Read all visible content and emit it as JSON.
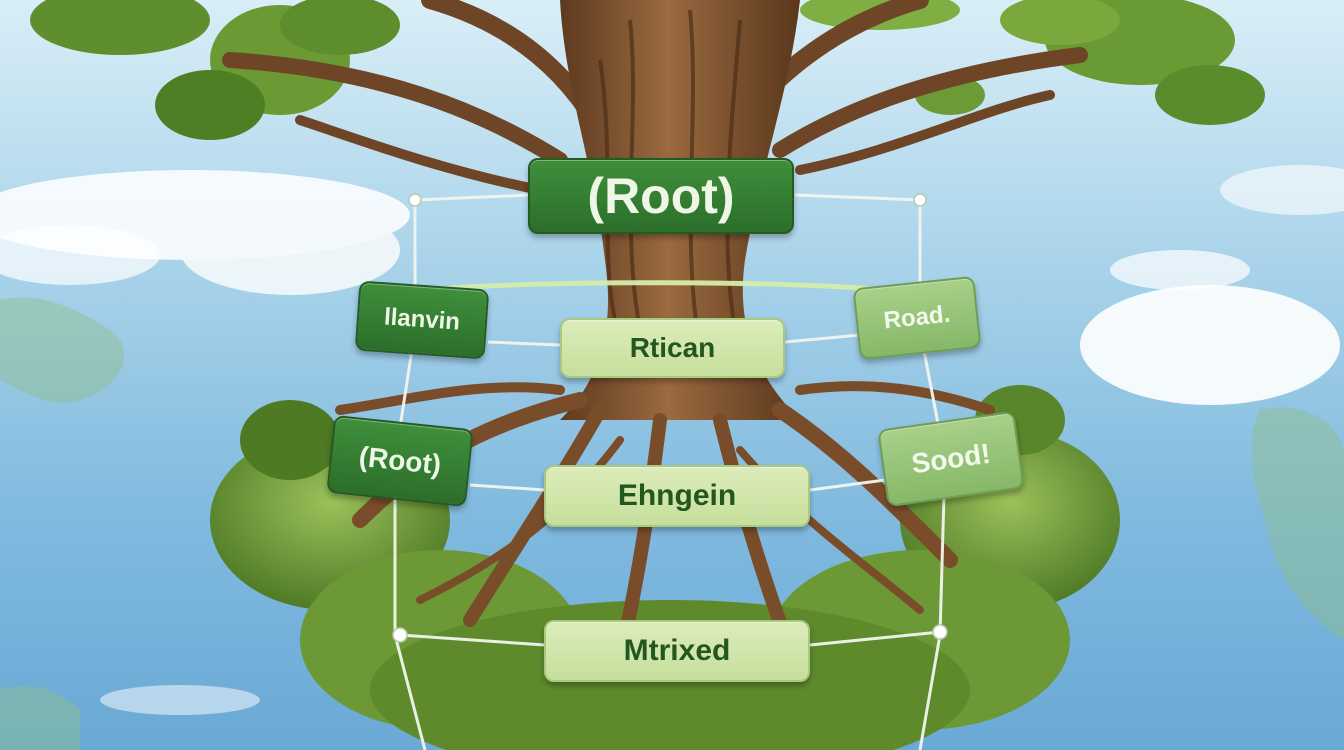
{
  "labels": {
    "root_top": "(Root)",
    "left_upper": "llanvin",
    "center_upper": "Rtican",
    "right_upper": "Road.",
    "left_lower": "(Root)",
    "center_lower": "Ehngein",
    "right_lower": "Sood!",
    "bottom": "Mtrixed"
  },
  "colors": {
    "label_dark": "#2f7a2d",
    "label_light": "#d3e8ad",
    "label_mid": "#95c478",
    "sky": "#8cc3e3",
    "trunk": "#8a5a33",
    "foliage": "#6d9a3a"
  }
}
